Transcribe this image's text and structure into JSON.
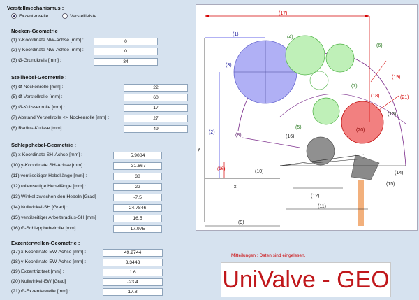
{
  "verstell": {
    "title": "Verstellmechanismus :",
    "options": [
      "Exzenterwelle",
      "Verstellleiste"
    ],
    "selected": "Exzenterwelle"
  },
  "nocken": {
    "title": "Nocken-Geometrie",
    "rows": [
      {
        "label": "(1) x-Koordinate NW-Achse [mm] :",
        "value": "0"
      },
      {
        "label": "(2) y-Koordinate NW-Achse [mm] :",
        "value": "0"
      },
      {
        "label": "(3) Ø-Grundkreis [mm] :",
        "value": "34"
      }
    ]
  },
  "stellhebel": {
    "title": "Stellhebel-Geometrie :",
    "rows": [
      {
        "label": "(4) Ø-Nockenrolle [mm] :",
        "value": "22"
      },
      {
        "label": "(5) Ø-Verstellrolle [mm] :",
        "value": "60"
      },
      {
        "label": "(6) Ø-Kulissenrolle [mm] :",
        "value": "17"
      },
      {
        "label": "(7) Abstand Verstellrolle <> Nockenrolle [mm] :",
        "value": "27"
      },
      {
        "label": "(8) Radius-Kulisse [mm] :",
        "value": "49"
      }
    ]
  },
  "schlepp": {
    "title": "Schlepphebel-Geometrie :",
    "rows": [
      {
        "label": "(9) x-Koordinate SH-Achse [mm] :",
        "value": "5.9084"
      },
      {
        "label": "(10) y-Koordinate SH-Achse [mm] :",
        "value": "-31.667"
      },
      {
        "label": "(11) ventilseitiger Hebellänge [mm] :",
        "value": "38"
      },
      {
        "label": "(12) rollenseitige Hebellänge [mm] :",
        "value": "22"
      },
      {
        "label": "(13) Winkel zwischen den Hebeln [Grad] :",
        "value": "-7.5"
      },
      {
        "label": "(14) Nullwinkel-SH [Grad] :",
        "value": "24.7846"
      },
      {
        "label": "(15) ventilseitiger Arbeitsradius-SH [mm] :",
        "value": "16.5"
      },
      {
        "label": "(16) Ø-Schlepphebelrolle [mm] :",
        "value": "17.975"
      }
    ]
  },
  "exzenter": {
    "title": "Exzenterwellen-Geometrie :",
    "rows": [
      {
        "label": "(17) x-Koordinate EW-Achse [mm] :",
        "value": "49.2744"
      },
      {
        "label": "(18) y-Koordinate EW-Achse [mm] :",
        "value": "3.3443"
      },
      {
        "label": "(19) Exzentrizitaet [mm] :",
        "value": "1.6"
      },
      {
        "label": "(20) Nullwinkel-EW [Grad] :",
        "value": "-23.4"
      },
      {
        "label": "(21) Ø-Exzenterwelle [mm] :",
        "value": "17.8"
      }
    ]
  },
  "message": "Mitteilungen : Daten sind eingelesen.",
  "logo": "UniValve - GEO",
  "diagram": {
    "labels": [
      "(1)",
      "(2)",
      "(3)",
      "(4)",
      "(5)",
      "(6)",
      "(7)",
      "(8)",
      "(9)",
      "(10)",
      "(11)",
      "(12)",
      "(13)",
      "(14)",
      "(15)",
      "(16)",
      "(17)",
      "(18)",
      "(19)",
      "(20)",
      "(21)"
    ],
    "axis_y": "y",
    "axis_x": "x",
    "colors": {
      "nocken": "#a8a8f0",
      "stellhebel": "#b6f0b0",
      "exzenter": "#f07070",
      "schlepp": "#909090",
      "dims": "#d40000",
      "measure": "#3030e0"
    }
  }
}
